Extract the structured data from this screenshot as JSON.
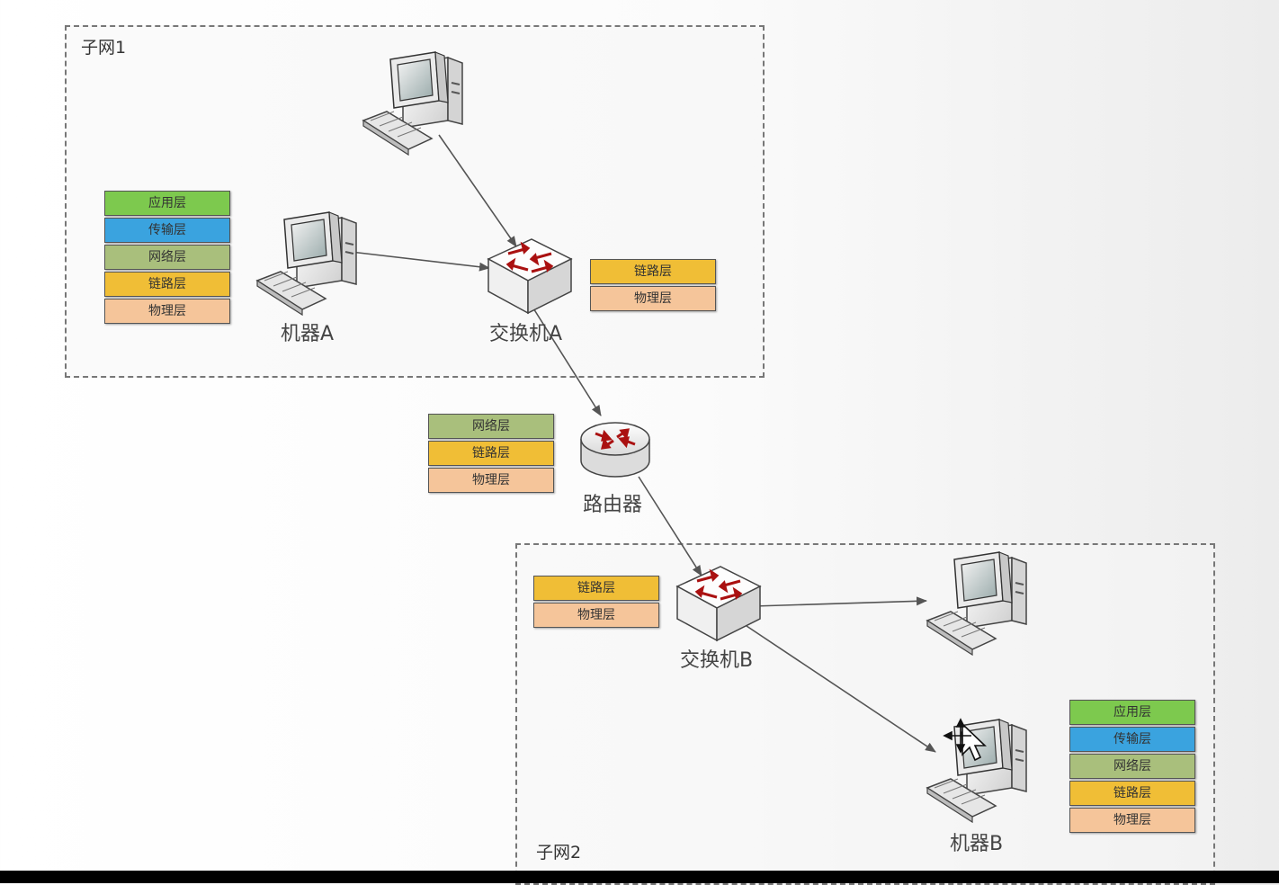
{
  "subnet1": {
    "label": "子网1"
  },
  "subnet2": {
    "label": "子网2"
  },
  "devices": {
    "machine_a": "机器A",
    "switch_a": "交换机A",
    "router": "路由器",
    "switch_b": "交换机B",
    "machine_b": "机器B"
  },
  "stacks": {
    "machine_a": [
      "应用层",
      "传输层",
      "网络层",
      "链路层",
      "物理层"
    ],
    "switch_a": [
      "链路层",
      "物理层"
    ],
    "router": [
      "网络层",
      "链路层",
      "物理层"
    ],
    "switch_b": [
      "链路层",
      "物理层"
    ],
    "machine_b": [
      "应用层",
      "传输层",
      "网络层",
      "链路层",
      "物理层"
    ]
  },
  "layer_colors": {
    "应用层": "#7dc94e",
    "传输层": "#3aa3df",
    "网络层": "#a9bf7c",
    "链路层": "#f0be36",
    "物理层": "#f5c59a"
  },
  "icons": [
    "computer-icon",
    "switch-icon",
    "router-icon",
    "cursor-icon"
  ]
}
